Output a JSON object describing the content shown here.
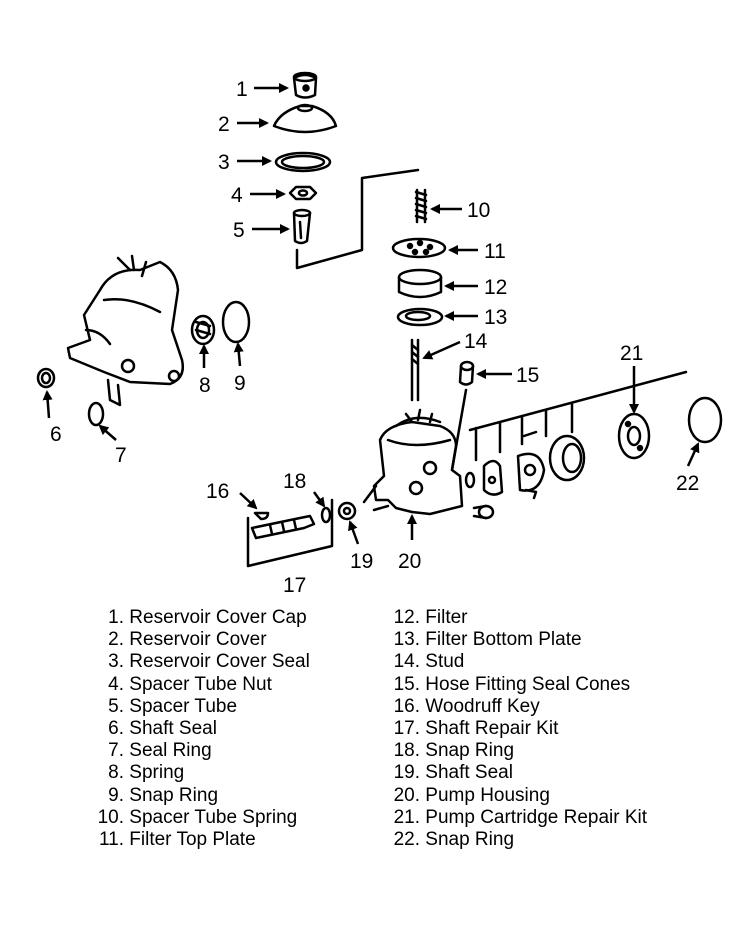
{
  "callouts": [
    {
      "num": "1"
    },
    {
      "num": "2"
    },
    {
      "num": "3"
    },
    {
      "num": "4"
    },
    {
      "num": "5"
    },
    {
      "num": "6"
    },
    {
      "num": "7"
    },
    {
      "num": "8"
    },
    {
      "num": "9"
    },
    {
      "num": "10"
    },
    {
      "num": "11"
    },
    {
      "num": "12"
    },
    {
      "num": "13"
    },
    {
      "num": "14"
    },
    {
      "num": "15"
    },
    {
      "num": "16"
    },
    {
      "num": "17"
    },
    {
      "num": "18"
    },
    {
      "num": "19"
    },
    {
      "num": "20"
    },
    {
      "num": "21"
    },
    {
      "num": "22"
    }
  ],
  "legend_left": [
    {
      "num": "1.",
      "text": "Reservoir Cover Cap"
    },
    {
      "num": "2.",
      "text": "Reservoir Cover"
    },
    {
      "num": "3.",
      "text": "Reservoir Cover Seal"
    },
    {
      "num": "4.",
      "text": "Spacer Tube Nut"
    },
    {
      "num": "5.",
      "text": "Spacer Tube"
    },
    {
      "num": "6.",
      "text": "Shaft Seal"
    },
    {
      "num": "7.",
      "text": "Seal Ring"
    },
    {
      "num": "8.",
      "text": "Spring"
    },
    {
      "num": "9.",
      "text": "Snap Ring"
    },
    {
      "num": "10.",
      "text": "Spacer Tube Spring"
    },
    {
      "num": "11.",
      "text": "Filter Top Plate"
    }
  ],
  "legend_right": [
    {
      "num": "12.",
      "text": "Filter"
    },
    {
      "num": "13.",
      "text": "Filter Bottom Plate"
    },
    {
      "num": "14.",
      "text": "Stud"
    },
    {
      "num": "15.",
      "text": "Hose Fitting Seal Cones"
    },
    {
      "num": "16.",
      "text": "Woodruff Key"
    },
    {
      "num": "17.",
      "text": "Shaft Repair Kit"
    },
    {
      "num": "18.",
      "text": "Snap Ring"
    },
    {
      "num": "19.",
      "text": "Shaft Seal"
    },
    {
      "num": "20.",
      "text": "Pump Housing"
    },
    {
      "num": "21.",
      "text": "Pump Cartridge Repair Kit"
    },
    {
      "num": "22.",
      "text": "Snap Ring"
    }
  ]
}
